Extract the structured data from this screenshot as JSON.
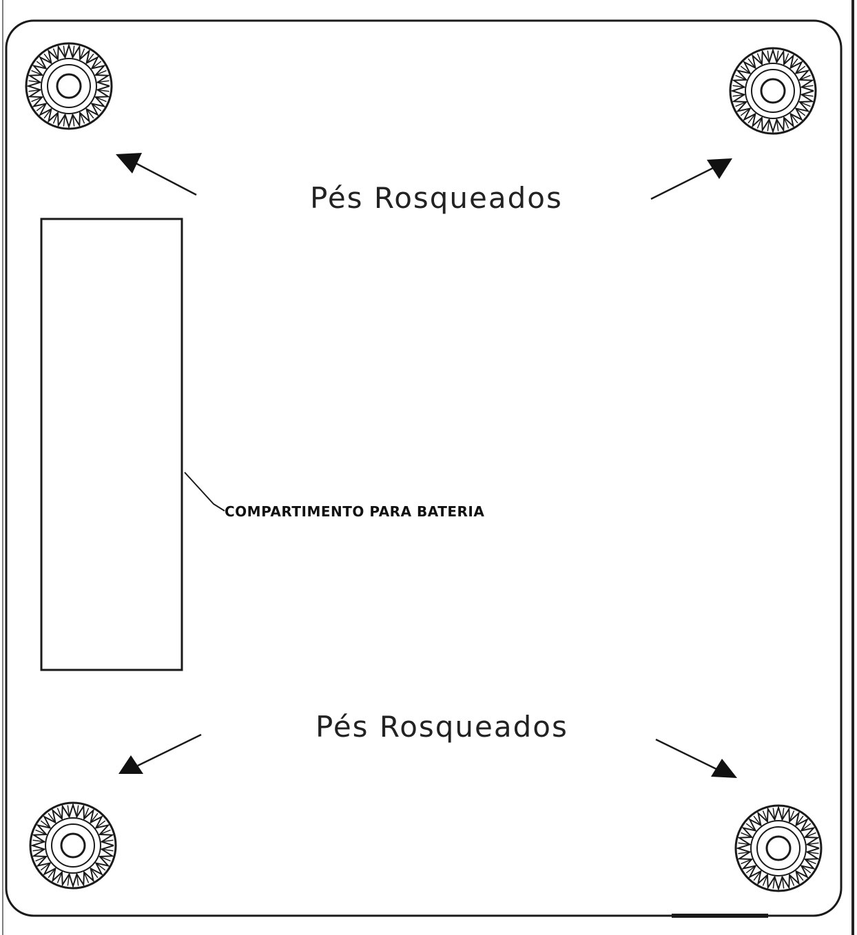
{
  "labels": {
    "feet_top": "Pés Rosqueados",
    "feet_bottom": "Pés Rosqueados",
    "battery_compartment": "COMPARTIMENTO PARA BATERIA"
  },
  "feet": [
    {
      "name": "threaded-foot-top-left"
    },
    {
      "name": "threaded-foot-top-right"
    },
    {
      "name": "threaded-foot-bottom-left"
    },
    {
      "name": "threaded-foot-bottom-right"
    }
  ],
  "colors": {
    "line": "#1a1a1a",
    "background": "#ffffff"
  }
}
